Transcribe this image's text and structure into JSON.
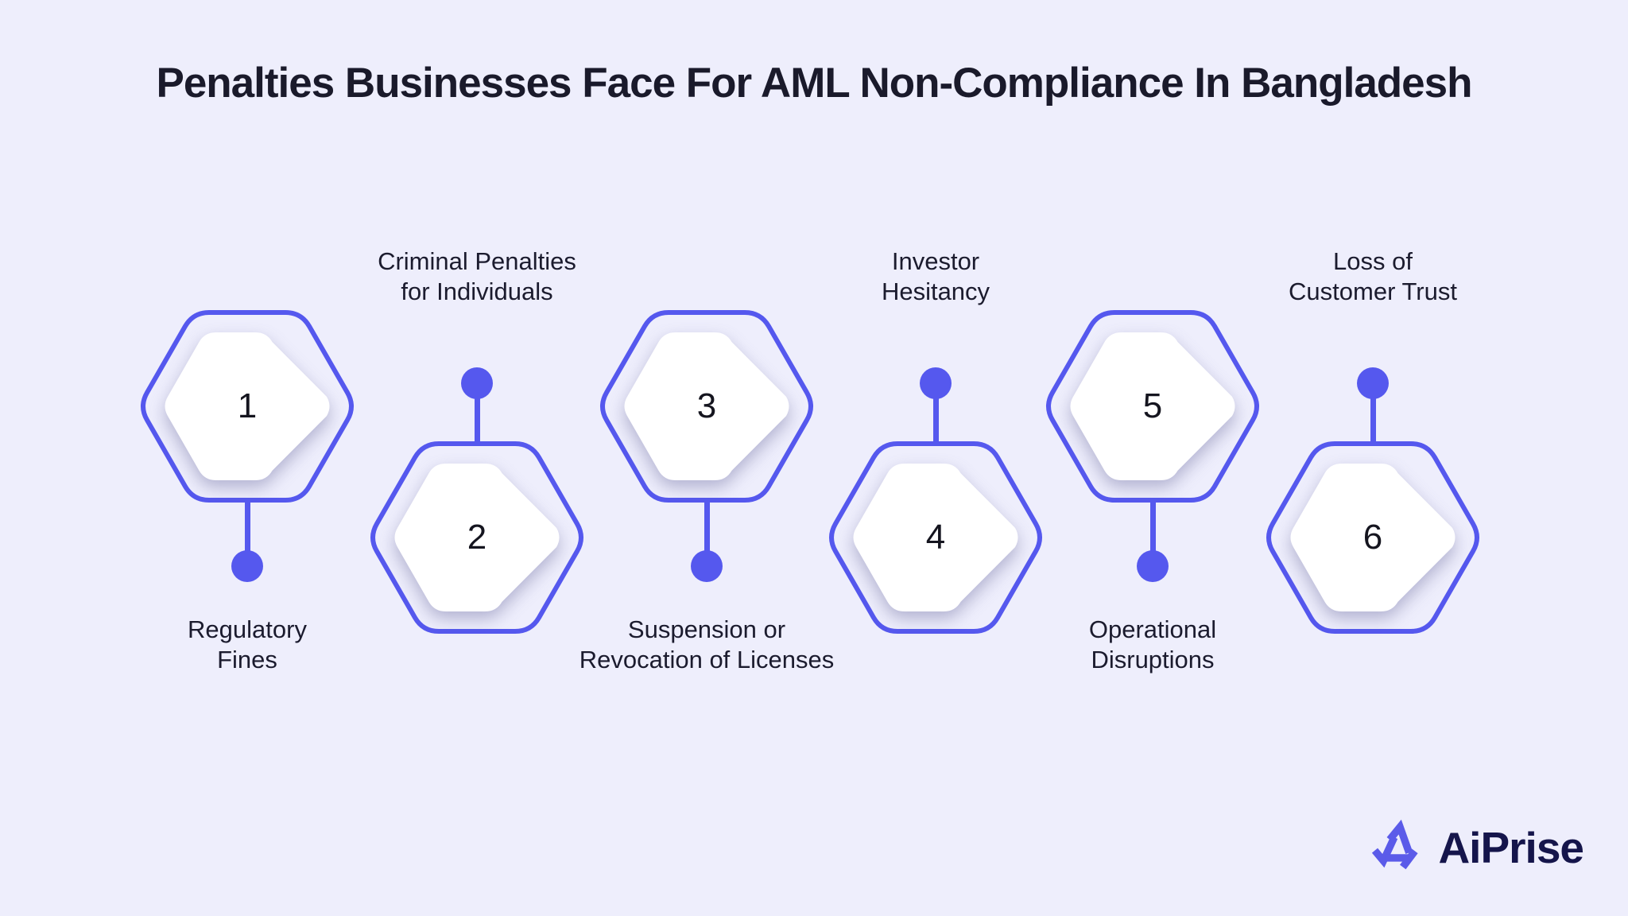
{
  "title": "Penalties Businesses Face For AML Non-Compliance In Bangladesh",
  "colors": {
    "background": "#EEEEFC",
    "accent": "#5558EE",
    "hexagon_fill": "#FFFFFF",
    "title_text": "#1A1A2B",
    "label_text": "#1B1B2E",
    "logo_text": "#15154B",
    "logo_mark": "#5B5BE9"
  },
  "items": [
    {
      "number": "1",
      "label_line1": "Regulatory",
      "label_line2": "Fines",
      "label_position": "below"
    },
    {
      "number": "2",
      "label_line1": "Criminal Penalties",
      "label_line2": "for Individuals",
      "label_position": "above"
    },
    {
      "number": "3",
      "label_line1": "Suspension or",
      "label_line2": "Revocation of Licenses",
      "label_position": "below"
    },
    {
      "number": "4",
      "label_line1": "Investor",
      "label_line2": "Hesitancy",
      "label_position": "above"
    },
    {
      "number": "5",
      "label_line1": "Operational",
      "label_line2": "Disruptions",
      "label_position": "below"
    },
    {
      "number": "6",
      "label_line1": "Loss of",
      "label_line2": "Customer Trust",
      "label_position": "above"
    }
  ],
  "brand": {
    "name": "AiPrise",
    "mark": "aiprise-triangle-check-mark"
  }
}
